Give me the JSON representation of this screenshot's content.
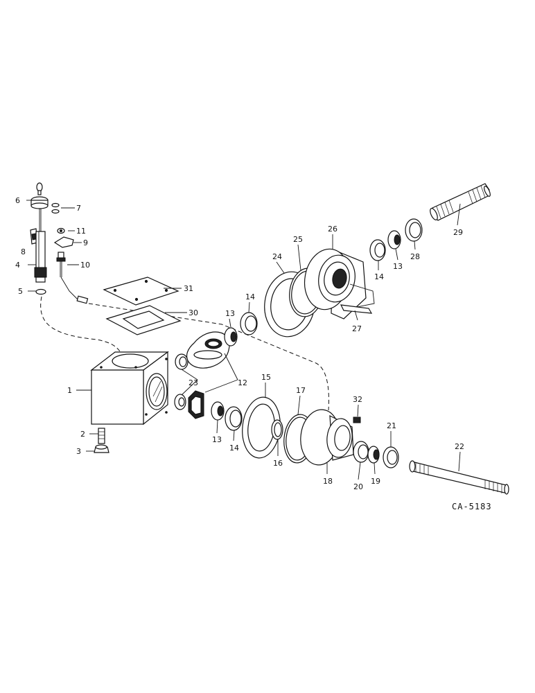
{
  "diagram": {
    "drawing_code": "CA-5183",
    "callouts": [
      "1",
      "2",
      "3",
      "4",
      "5",
      "6",
      "7",
      "8",
      "9",
      "10",
      "11",
      "12",
      "13",
      "13",
      "13",
      "14",
      "14",
      "14",
      "15",
      "16",
      "17",
      "18",
      "19",
      "20",
      "21",
      "22",
      "23",
      "24",
      "25",
      "26",
      "27",
      "28",
      "29",
      "30",
      "31",
      "32"
    ]
  }
}
